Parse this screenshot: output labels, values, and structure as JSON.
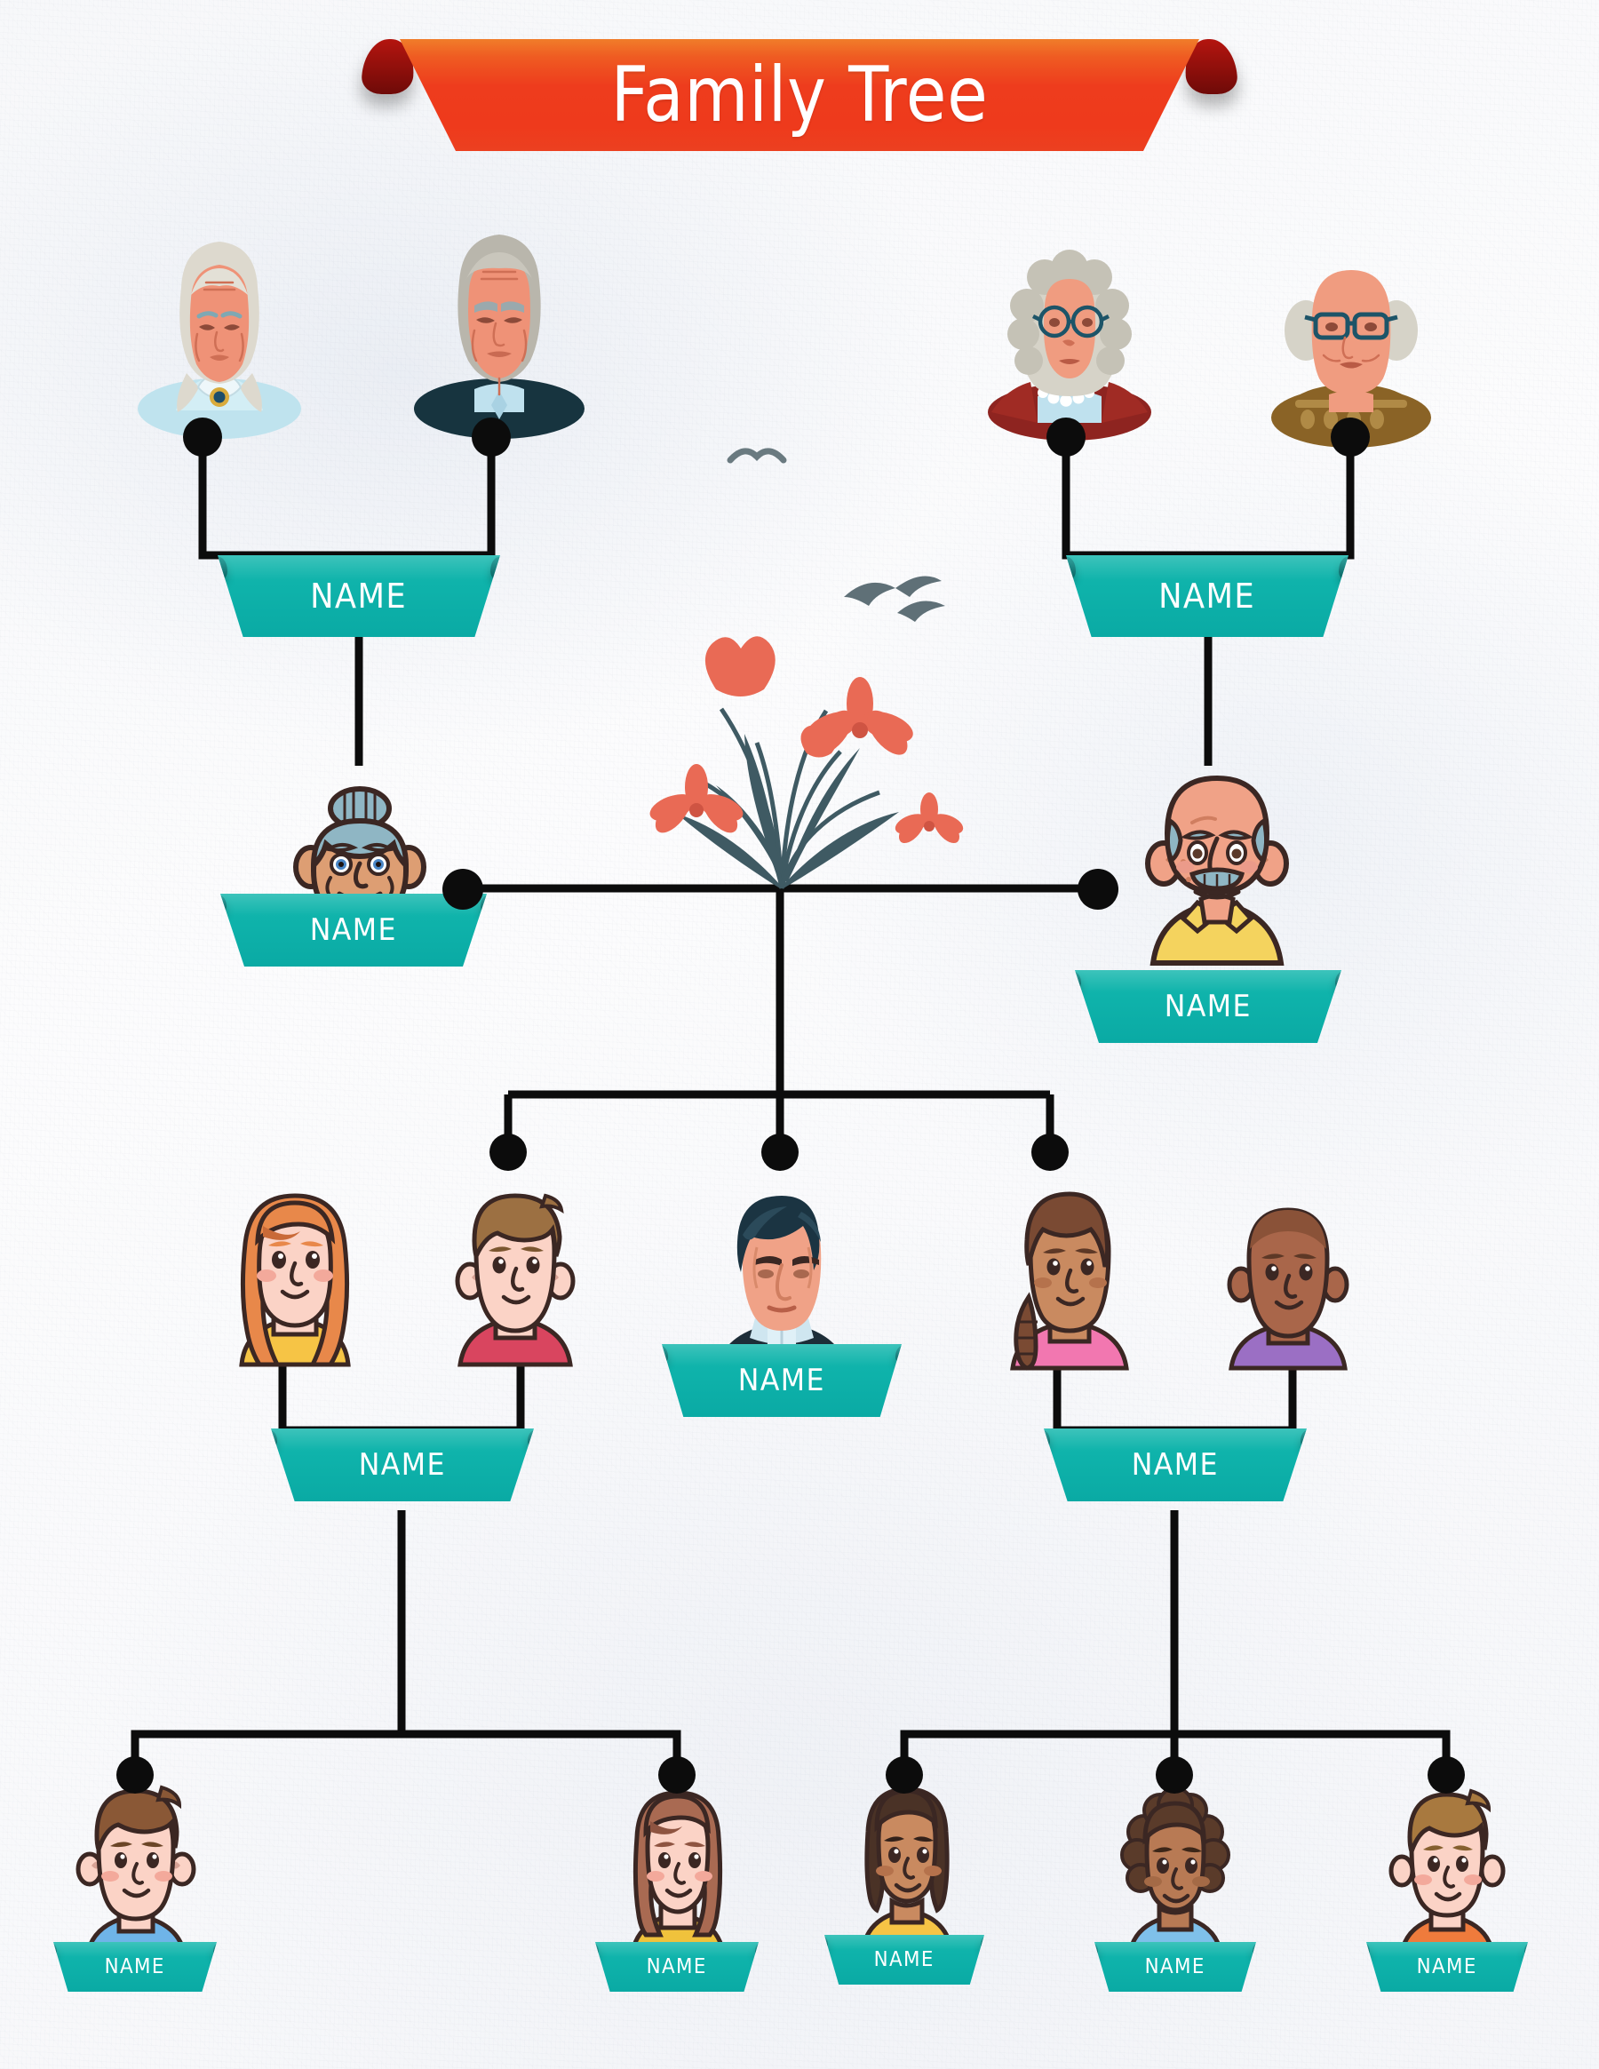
{
  "banner": {
    "title": "Family Tree",
    "accent_color": "#ee3c1d",
    "curl_color": "#8e0f0b"
  },
  "theme": {
    "plate_color": "#0fb3ab",
    "plate_curl_color": "#07716f",
    "line_color": "#0c0c0c",
    "background": "#f7f8fa"
  },
  "nameplates": {
    "default_label": "NAME",
    "generation1_left": "NAME",
    "generation1_right": "NAME",
    "generation2_left": "NAME",
    "generation2_right": "NAME",
    "generation3_left": "NAME",
    "generation3_center": "NAME",
    "generation3_right": "NAME",
    "generation4_child1": "NAME",
    "generation4_child2": "NAME",
    "generation4_child3": "NAME",
    "generation4_child4": "NAME",
    "generation4_child5": "NAME"
  },
  "people": [
    {
      "id": "ggm-left",
      "role": "great-grandmother",
      "generation": 1,
      "label": "NAME",
      "hair": "#d3d0c6",
      "skin": "#ef9277",
      "clothes": "#bfe3ee",
      "accessory": "brooch"
    },
    {
      "id": "ggf-left",
      "role": "great-grandfather",
      "generation": 1,
      "label": "NAME",
      "hair": "#b9b6ac",
      "skin": "#ef9277",
      "clothes": "#17343f",
      "accessory": "none"
    },
    {
      "id": "ggm-right",
      "role": "great-grandmother",
      "generation": 1,
      "label": "NAME",
      "hair": "#d6d3c8",
      "skin": "#f09c80",
      "clothes": "#8e2420",
      "accessory": "glasses-round,pearls"
    },
    {
      "id": "ggf-right",
      "role": "great-grandfather",
      "generation": 1,
      "label": "NAME",
      "hair": "#d6d3c8",
      "skin": "#f09c80",
      "clothes": "#8a6326",
      "accessory": "glasses-square"
    },
    {
      "id": "gm",
      "role": "grandmother",
      "generation": 2,
      "label": "NAME",
      "hair": "#8fb6c4",
      "skin": "#dd9e73",
      "clothes": "#5b9fd4",
      "accessory": "bun,collar"
    },
    {
      "id": "gf",
      "role": "grandfather",
      "generation": 2,
      "label": "NAME",
      "hair": "#8fb6c4",
      "skin": "#f09c80",
      "clothes": "#f4d35e",
      "accessory": "mustache"
    },
    {
      "id": "daughter",
      "role": "daughter",
      "generation": 3,
      "label": "NAME",
      "hair": "#e8884a",
      "skin": "#fbd3c6",
      "clothes": "#f6c445",
      "accessory": "long-hair"
    },
    {
      "id": "son-in-law",
      "role": "son-in-law",
      "generation": 3,
      "label": "NAME",
      "hair": "#9c7042",
      "skin": "#fbd3c6",
      "clothes": "#d9455f",
      "accessory": "none"
    },
    {
      "id": "son",
      "role": "son",
      "generation": 3,
      "label": "NAME",
      "hair": "#1b3442",
      "skin": "#f0a287",
      "clothes": "#1d2d38",
      "accessory": "collar"
    },
    {
      "id": "daughter2",
      "role": "daughter",
      "generation": 3,
      "label": "NAME",
      "hair": "#7a4a33",
      "skin": "#c98a60",
      "clothes": "#f277b0",
      "accessory": "braid"
    },
    {
      "id": "son-in-law2",
      "role": "son-in-law",
      "generation": 3,
      "label": "NAME",
      "hair": "#5d3826",
      "skin": "#a9664a",
      "clothes": "#9b6fc4",
      "accessory": "bald"
    },
    {
      "id": "child-1",
      "role": "grandchild",
      "generation": 4,
      "label": "NAME",
      "hair": "#8a5836",
      "skin": "#fbd3c6",
      "clothes": "#6fb4e8",
      "accessory": "none"
    },
    {
      "id": "child-2",
      "role": "grandchild",
      "generation": 4,
      "label": "NAME",
      "hair": "#a96a52",
      "skin": "#fbd3c6",
      "clothes": "#f0c23c",
      "accessory": "long-hair"
    },
    {
      "id": "child-3",
      "role": "grandchild",
      "generation": 4,
      "label": "NAME",
      "hair": "#4a3226",
      "skin": "#c98a60",
      "clothes": "#f6c445",
      "accessory": "bob"
    },
    {
      "id": "child-4",
      "role": "grandchild",
      "generation": 4,
      "label": "NAME",
      "hair": "#5a3b2a",
      "skin": "#b87a54",
      "clothes": "#7fc0ea",
      "accessory": "curly"
    },
    {
      "id": "child-5",
      "role": "grandchild",
      "generation": 4,
      "label": "NAME",
      "hair": "#a8793f",
      "skin": "#fbd3c6",
      "clothes": "#ef7b3c",
      "accessory": "none"
    }
  ],
  "decorations": [
    {
      "id": "flower-bouquet",
      "type": "flowers",
      "petal_color": "#ea6a56",
      "leaf_color": "#3f5a63"
    },
    {
      "id": "bird-1",
      "type": "bird",
      "color": "#5a6b72"
    },
    {
      "id": "bird-2",
      "type": "bird",
      "color": "#5a6b72"
    },
    {
      "id": "bird-3",
      "type": "bird",
      "color": "#5a6b72"
    }
  ]
}
